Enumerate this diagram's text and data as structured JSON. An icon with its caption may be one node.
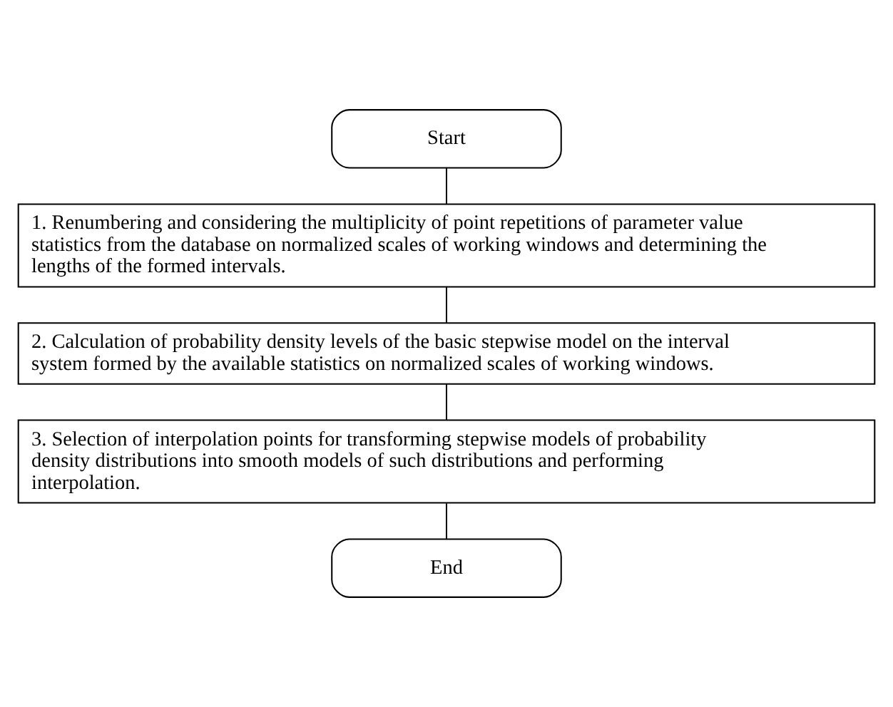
{
  "diagram": {
    "nodes": [
      {
        "text": [
          "Start"
        ]
      },
      {
        "text": [
          "1. Renumbering and considering the multiplicity of point repetitions of parameter value statistics from the database on normalized scales of working windows and determining the lengths of the formed intervals."
        ]
      },
      {
        "text": [
          "2. Calculation of probability density levels of the basic stepwise model on the interval system formed by the available statistics on normalized scales of working windows."
        ]
      },
      {
        "text": [
          "3. Selection of interpolation points for transforming stepwise models of probability density distributions into smooth models of such distributions and performing interpolation."
        ]
      },
      {
        "text": [
          "End"
        ]
      }
    ],
    "edges": [
      {
        "from": 0,
        "to": 1,
        "arrow": "none"
      },
      {
        "from": 1,
        "to": 2,
        "arrow": "none"
      },
      {
        "from": 2,
        "to": 3,
        "arrow": "none"
      },
      {
        "from": 3,
        "to": 4,
        "arrow": "none"
      }
    ]
  }
}
